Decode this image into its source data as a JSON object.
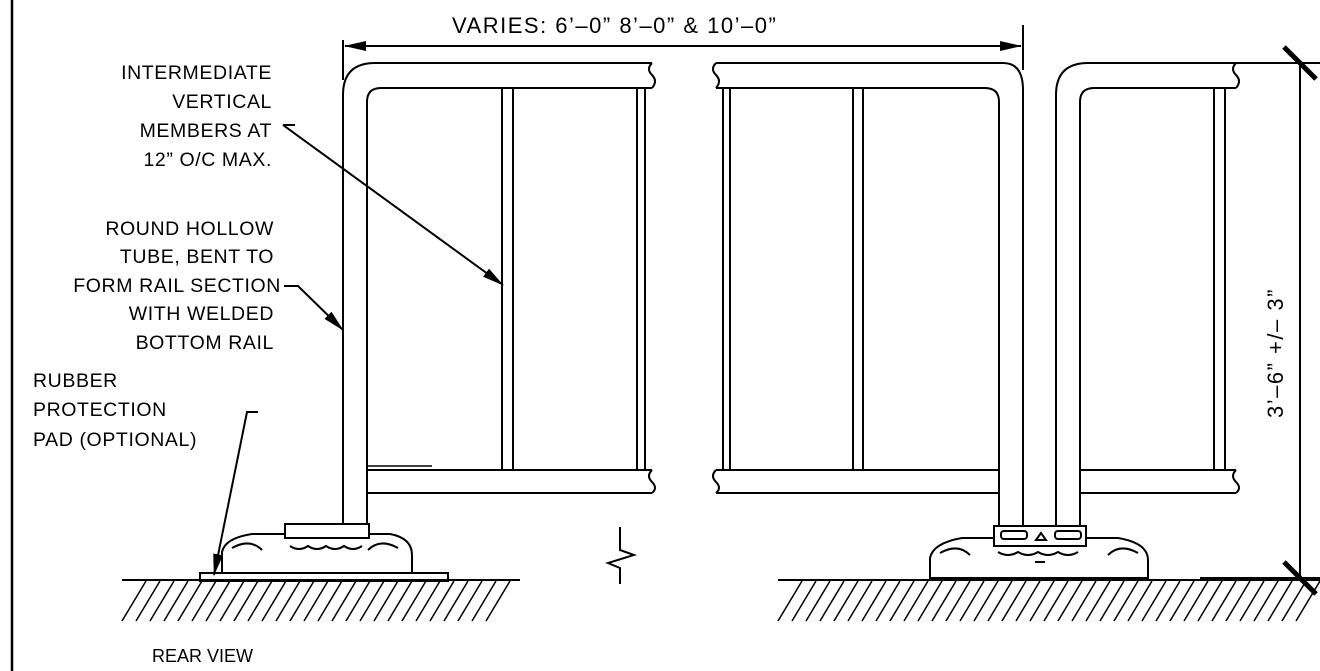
{
  "dimensions": {
    "width_label": "VARIES: 6’–0” 8’–0” & 10’–0”",
    "height_label": "3’–6” +/– 3”"
  },
  "callouts": {
    "intermediate": [
      "INTERMEDIATE",
      "VERTICAL",
      "MEMBERS AT",
      "12” O/C MAX."
    ],
    "tube": [
      "ROUND HOLLOW",
      "TUBE, BENT TO",
      "FORM RAIL SECTION",
      "WITH WELDED",
      "BOTTOM RAIL"
    ],
    "pad": [
      "RUBBER",
      "PROTECTION",
      "PAD (OPTIONAL)"
    ]
  },
  "view_title": "REAR VIEW"
}
